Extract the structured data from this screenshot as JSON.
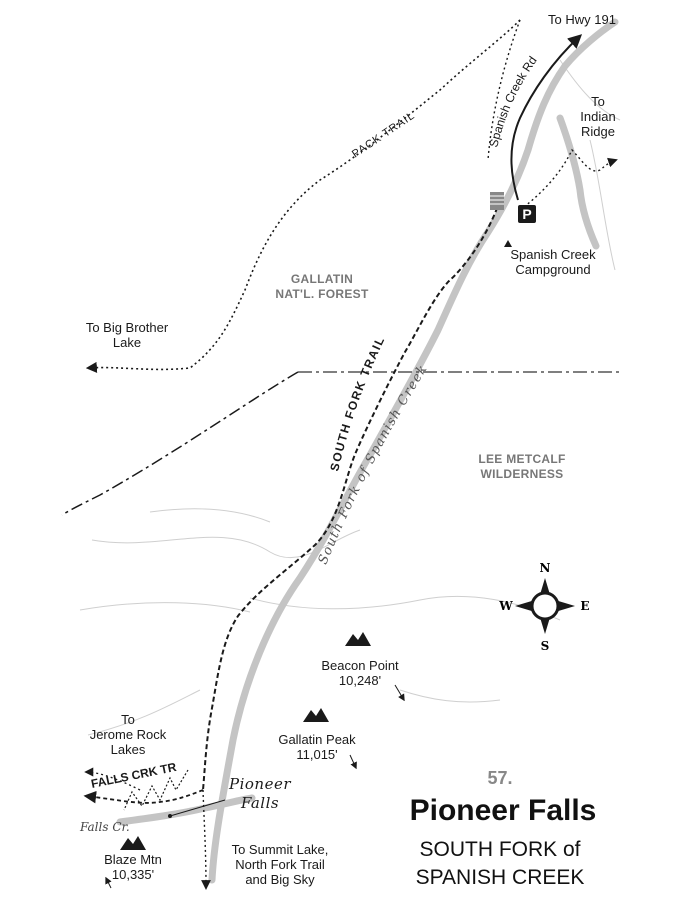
{
  "map": {
    "destinations": {
      "hwy191": "To Hwy 191",
      "indian_ridge": [
        "To",
        "Indian",
        "Ridge"
      ],
      "big_brother": [
        "To Big Brother",
        "Lake"
      ],
      "jerome_rock": [
        "To",
        "Jerome Rock",
        "Lakes"
      ],
      "summit_lake": [
        "To Summit Lake,",
        "North Fork Trail",
        "and Big Sky"
      ]
    },
    "roads": {
      "spanish_creek_rd": "Spanish Creek Rd"
    },
    "trails": {
      "pack_trail": "PACK TRAIL",
      "south_fork_trail": "SOUTH FORK TRAIL",
      "falls_crk_tr": "FALLS CRK TR"
    },
    "water": {
      "south_fork": "South Fork of Spanish Creek",
      "falls_cr": "Falls Cr.",
      "pioneer_falls": [
        "Pioneer",
        "Falls"
      ]
    },
    "areas": {
      "gallatin": [
        "GALLATIN",
        "NAT'L. FOREST"
      ],
      "lee_metcalf": [
        "LEE METCALF",
        "WILDERNESS"
      ]
    },
    "campground": [
      "Spanish Creek",
      "Campground"
    ],
    "parking": "P",
    "peaks": [
      {
        "name": "Beacon Point",
        "elevation": "10,248'"
      },
      {
        "name": "Gallatin Peak",
        "elevation": "11,015'"
      },
      {
        "name": "Blaze Mtn",
        "elevation": "10,335'"
      }
    ],
    "compass": {
      "n": "N",
      "s": "S",
      "e": "E",
      "w": "W"
    },
    "icons": [
      "peak-icon",
      "parking-icon",
      "campground-icon",
      "compass-rose-icon",
      "arrow-icon"
    ]
  },
  "title_block": {
    "number": "57.",
    "title": "Pioneer Falls",
    "subtitle": [
      "SOUTH FORK of",
      "SPANISH CREEK"
    ]
  }
}
